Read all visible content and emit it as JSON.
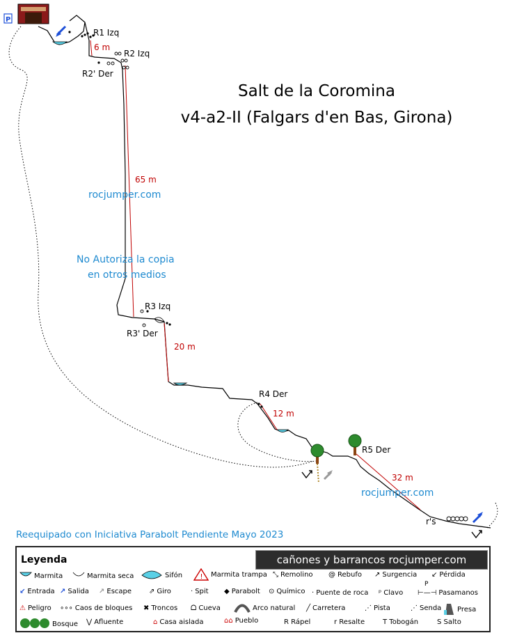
{
  "title_line1": "Salt de la Coromina",
  "title_line2": "v4-a2-II (Falgars d'en Bas, Girona)",
  "watermark1": "rocjumper.com",
  "watermark2": "rocjumper.com",
  "copy_notice_line1": "No Autoriza la copia",
  "copy_notice_line2": "en otros medios",
  "reequip_note": "Reequipado con Iniciativa Parabolt Pendiente Mayo 2023",
  "parking_label": "P",
  "anchors": {
    "r1": "R1 Izq",
    "r2": "R2 Izq",
    "r2p": "R2' Der",
    "r3": "R3 Izq",
    "r3p": "R3' Der",
    "r4": "R4 Der",
    "r5": "R5 Der",
    "rs": "r's"
  },
  "drops": {
    "d1": "6 m",
    "d2": "65 m",
    "d3": "20 m",
    "d4": "12 m",
    "d5": "32 m"
  },
  "legend": {
    "title": "Leyenda",
    "brand": "cañones y barrancos  rocjumper.com",
    "items": {
      "marmita": "Marmita",
      "marmita_seca": "Marmita seca",
      "sifon": "Sifón",
      "marmita_trampa": "Marmita trampa",
      "remolino": "Remolino",
      "rebufo": "Rebufo",
      "surgencia": "Surgencia",
      "perdida": "Pérdida",
      "entrada": "Entrada",
      "salida": "Salida",
      "escape": "Escape",
      "giro": "Giro",
      "spit": "Spit",
      "parabolt": "Parabolt",
      "quimico": "Químico",
      "puente_roca": "Puente de roca",
      "clavo": "Clavo",
      "pasamanos": "Pasamanos",
      "peligro": "Peligro",
      "caos_bloques": "Caos de bloques",
      "troncos": "Troncos",
      "cueva": "Cueva",
      "arco_natural": "Arco natural",
      "carretera": "Carretera",
      "pista": "Pista",
      "senda": "Senda",
      "presa": "Presa",
      "bosque": "Bosque",
      "afluente": "Afluente",
      "casa_aislada": "Casa aislada",
      "pueblo": "Pueblo",
      "rapel": "R Rápel",
      "resalte": "r Resalte",
      "tobogan": "T Tobogán",
      "salto": "S Salto",
      "pasamanos_p": "P"
    }
  },
  "colors": {
    "rope": "#c00000",
    "water": "#5ad0e6",
    "note_blue": "#1e8ad0",
    "tree": "#2e8b2e",
    "danger": "#cc0000",
    "arrow_blue": "#1d4fd8"
  }
}
